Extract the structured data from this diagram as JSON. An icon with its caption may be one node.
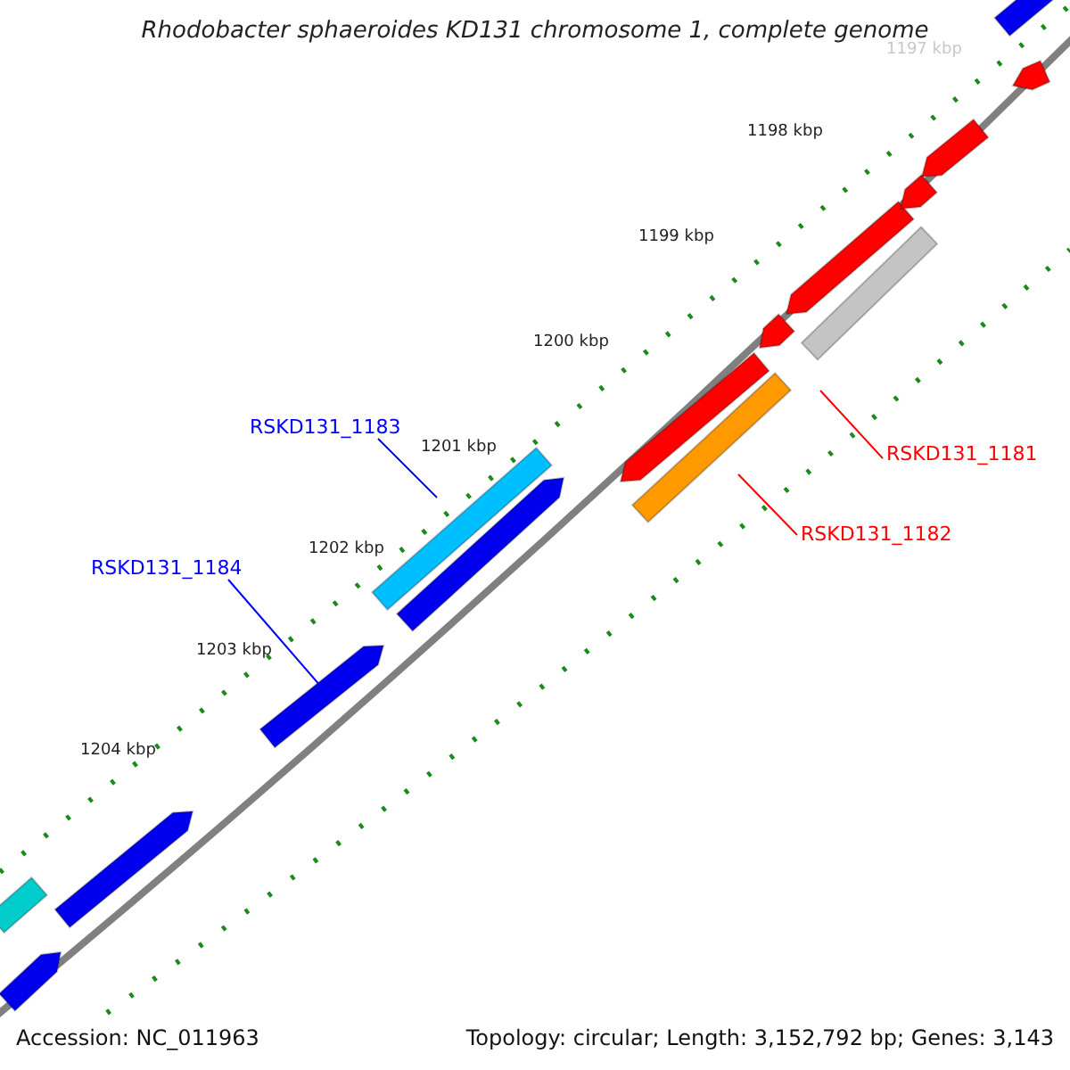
{
  "diagram": {
    "title": "Rhodobacter sphaeroides KD131 chromosome 1, complete genome",
    "nodes": [
      {
        "text": [
          "RSKD131_1183"
        ]
      },
      {
        "text": [],
        "shape": "bar"
      },
      {
        "text": [
          "RSKD131_1184"
        ]
      },
      {
        "text": [],
        "shape": "arrow"
      },
      {
        "text": [
          "RSKD131_1181"
        ]
      },
      {
        "text": [],
        "shape": "bar"
      },
      {
        "text": [
          "RSKD131_1182"
        ]
      },
      {
        "text": [],
        "shape": "bar"
      },
      {
        "text": [],
        "shape": "bar"
      },
      {
        "text": [],
        "shape": "arrow"
      },
      {
        "text": [],
        "shape": "arrow"
      },
      {
        "text": [],
        "shape": "arrow"
      },
      {
        "text": [],
        "shape": "arrow"
      },
      {
        "text": [],
        "shape": "arrow"
      },
      {
        "text": [],
        "shape": "arrow"
      },
      {
        "text": [],
        "shape": "arrow"
      },
      {
        "text": [],
        "shape": "arrow"
      },
      {
        "text": [],
        "shape": "arrow"
      },
      {
        "text": [],
        "shape": "bar"
      }
    ],
    "edges": [
      {
        "from": 0,
        "to": 1,
        "arrow": "none",
        "color": "#0000ff"
      },
      {
        "from": 2,
        "to": 3,
        "arrow": "none",
        "color": "#0000ff"
      },
      {
        "from": 4,
        "to": 5,
        "arrow": "none",
        "color": "#ff0000"
      },
      {
        "from": 6,
        "to": 7,
        "arrow": "none",
        "color": "#ff0000"
      }
    ],
    "labels": [
      "1197 kbp",
      "1198 kbp",
      "1199 kbp",
      "1200 kbp",
      "1201 kbp",
      "1202 kbp",
      "1203 kbp",
      "1204 kbp",
      "Accession: NC_011963",
      "Topology: circular; Length: 3,152,792 bp; Genes: 3,143"
    ]
  }
}
